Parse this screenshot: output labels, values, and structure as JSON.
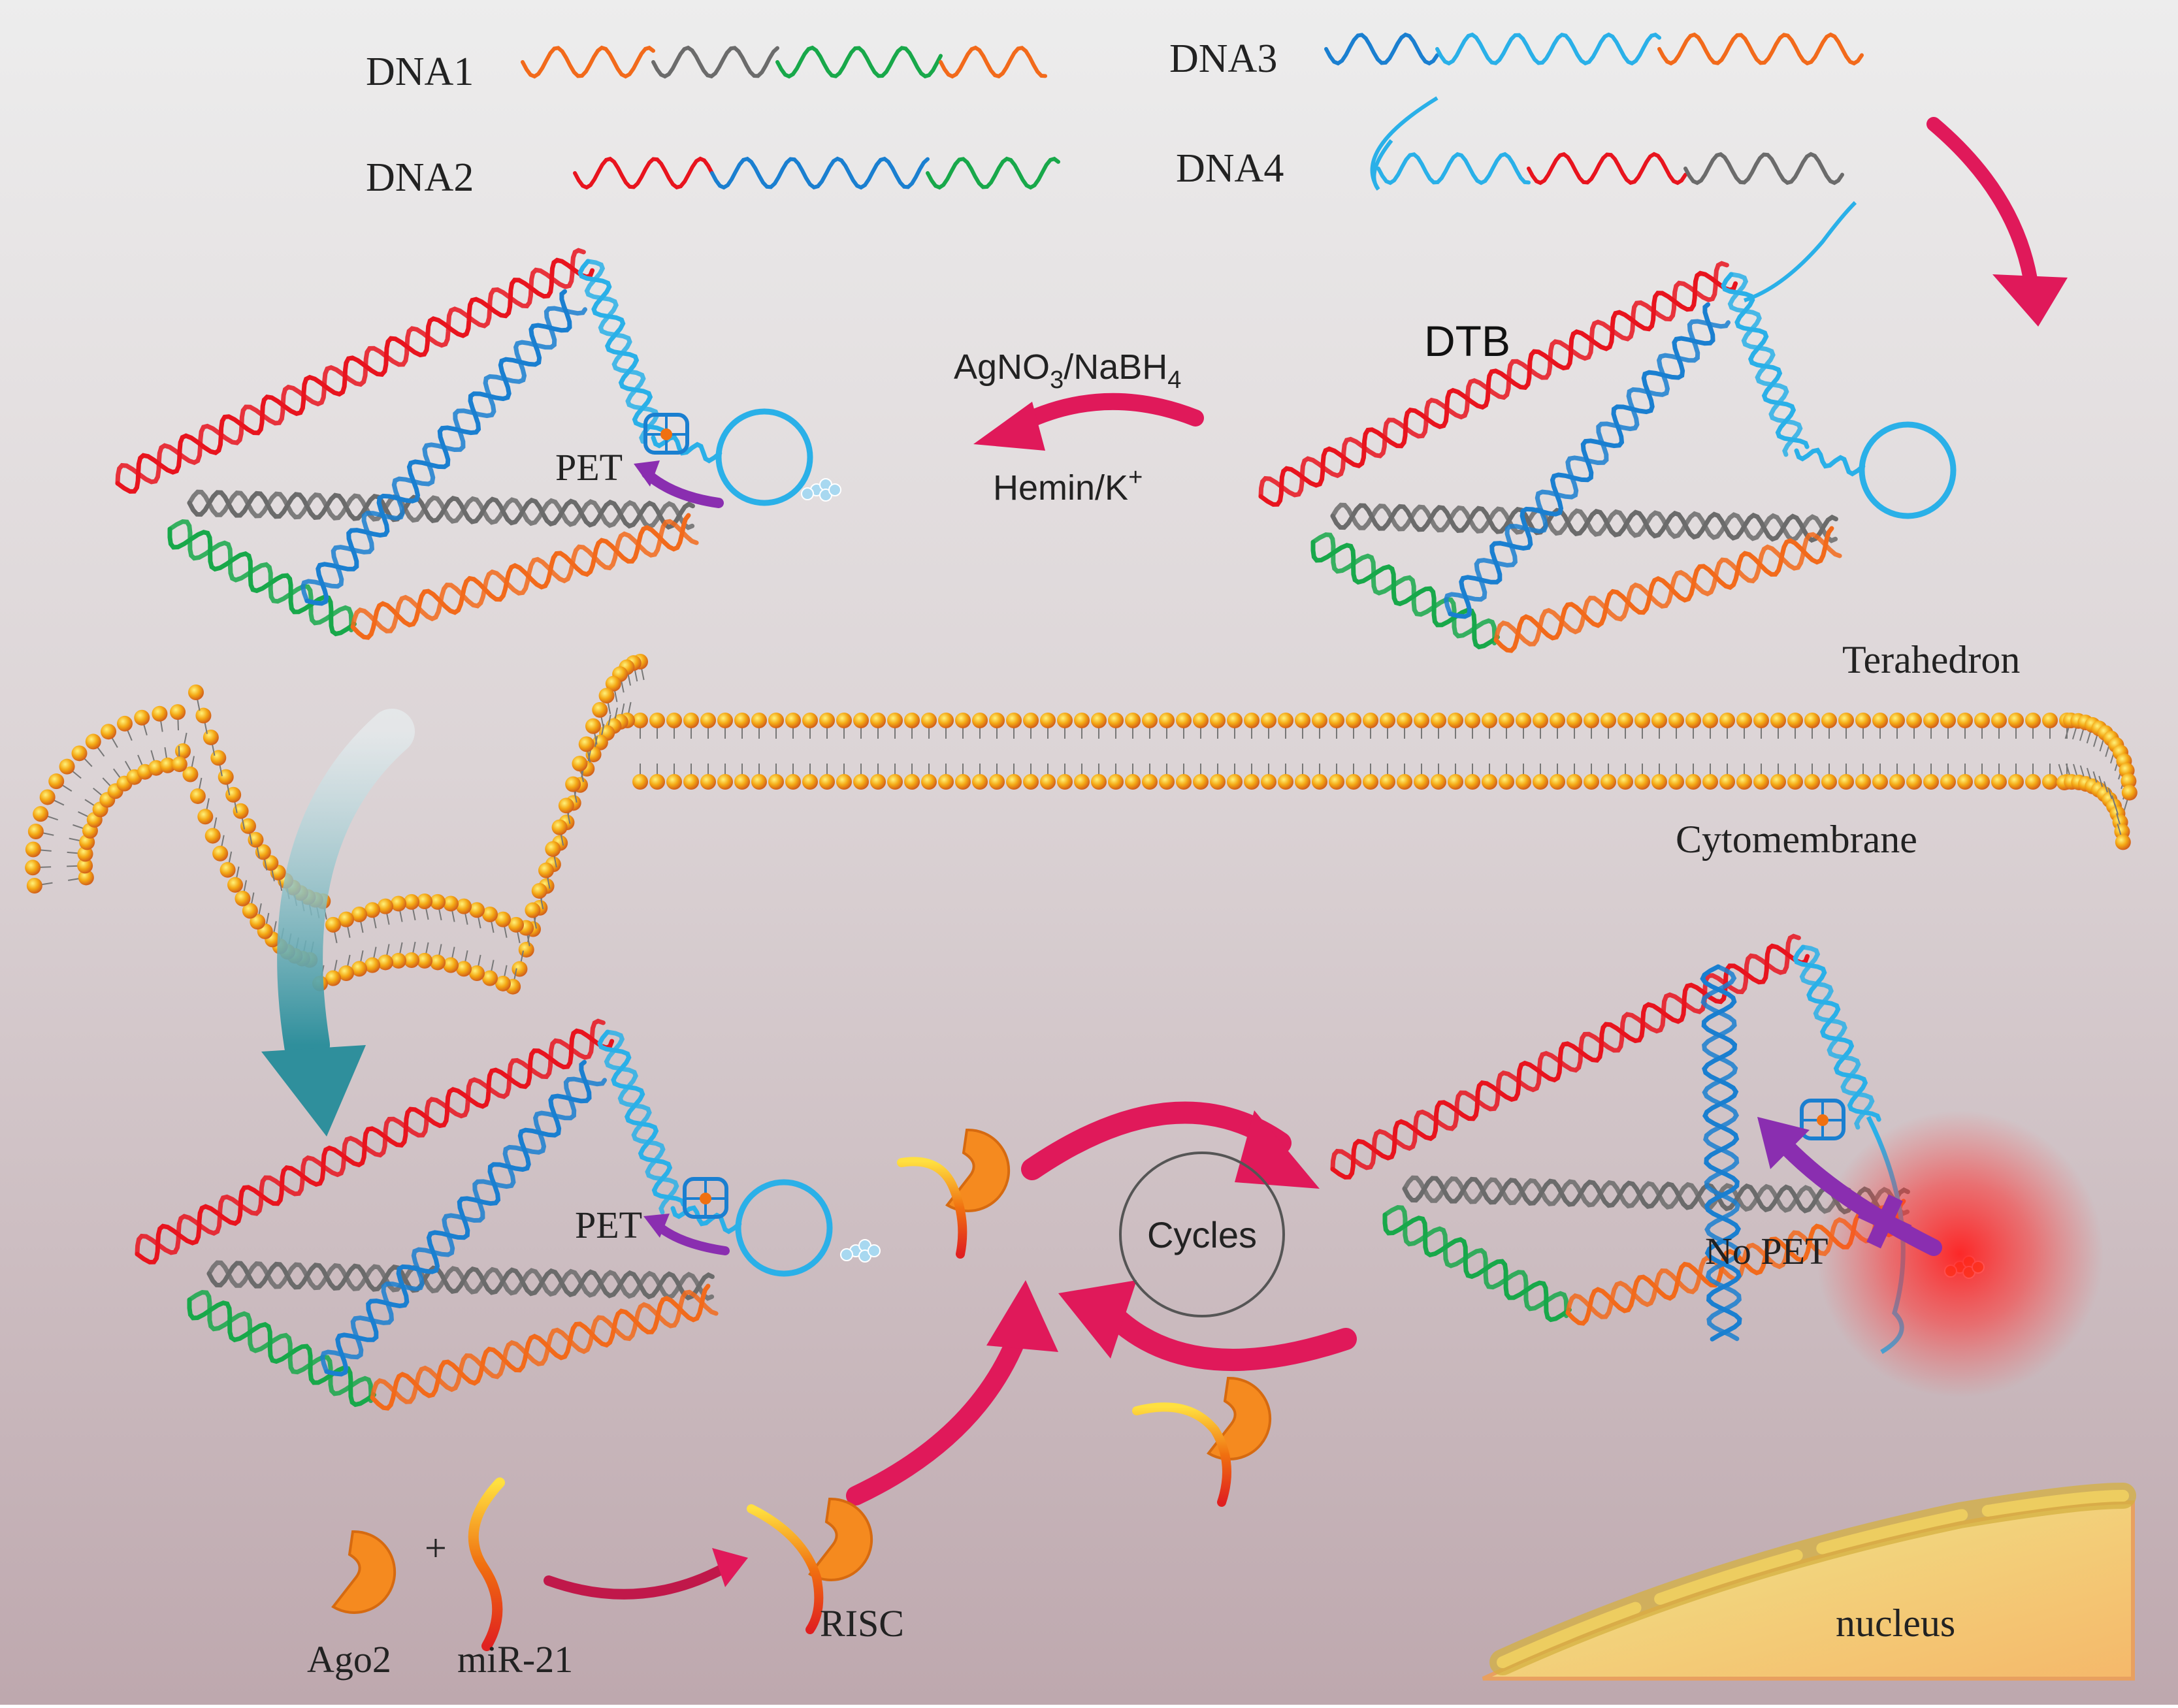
{
  "labels": {
    "dna1": "DNA1",
    "dna2": "DNA2",
    "dna3": "DNA3",
    "dna4": "DNA4",
    "dtb": "DTB",
    "reagent_top_main": "AgNO",
    "reagent_top_sub1": "3",
    "reagent_top_mid": "/NaBH",
    "reagent_top_sub2": "4",
    "reagent_bottom_main": "Hemin/K",
    "reagent_bottom_sup": "+",
    "pet_top": "PET",
    "pet_bottom": "PET",
    "no_pet": "No PET",
    "tetrahedron": "Terahedron",
    "cytomembrane": "Cytomembrane",
    "cycles": "Cycles",
    "ago2": "Ago2",
    "plus": "+",
    "mir21": "miR-21",
    "risc": "RISC",
    "nucleus": "nucleus"
  },
  "colors": {
    "background_top": "#ececec",
    "background_bottom": "#bfa8ae",
    "red_strand": "#e8141e",
    "blue_strand": "#1a7fd0",
    "cyan_strand": "#2ab0e8",
    "green_strand": "#18a84a",
    "orange_strand": "#f26a1b",
    "gray_strand": "#6b6b6b",
    "arrow_pink": "#e0195a",
    "arrow_purple": "#8a2eb0",
    "arrow_teal": "#3a9aa8",
    "lipid_head": "#f4a814",
    "nucleus_fill": "#e8e090",
    "ago2_fill": "#f58a1f",
    "glow_red": "#ff2020"
  },
  "icons": {
    "lipid": "lipid-bilayer-icon",
    "ago2": "ago2-protein-icon",
    "rna": "mirna-strand-icon",
    "ag_cluster": "silver-nanocluster-icon",
    "g4_hemin": "g-quadruplex-hemin-icon"
  }
}
